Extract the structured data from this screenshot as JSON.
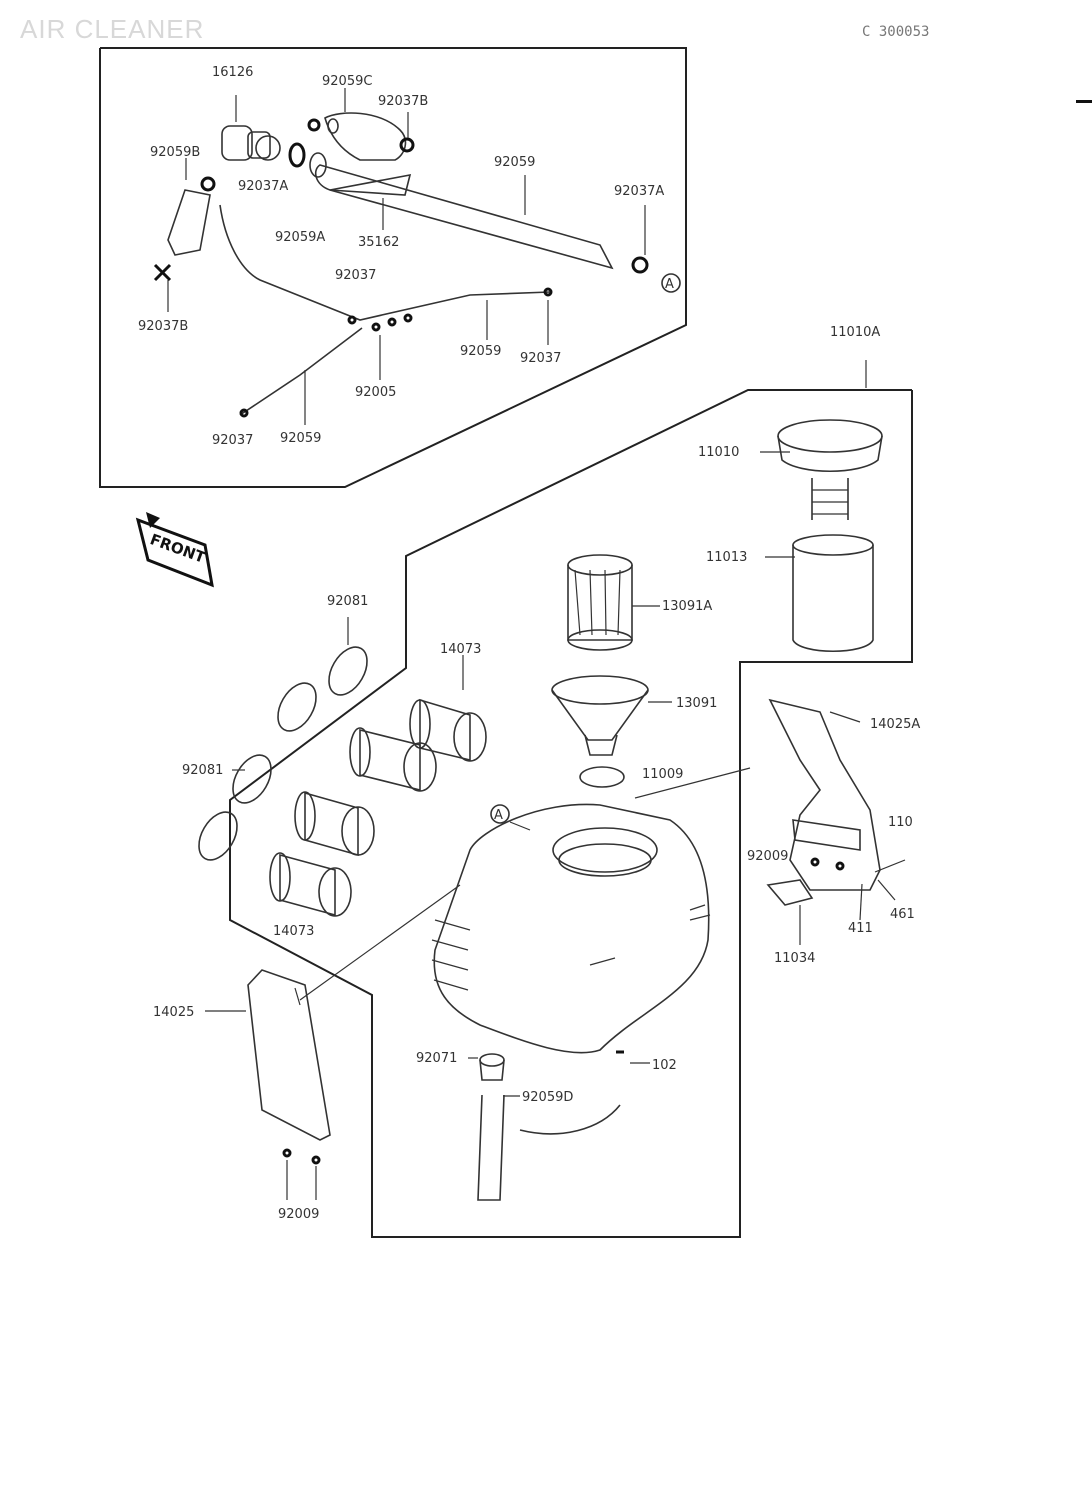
{
  "page": {
    "title": "AIR CLEANER",
    "code": "C 300053"
  },
  "front_marker": "FRONT",
  "callout_marker": "A",
  "labels": {
    "p16126": "16126",
    "p92059C": "92059C",
    "p92037B_top": "92037B",
    "p92059B": "92059B",
    "p92037A_top": "92037A",
    "p92059_upper": "92059",
    "p92037A_right": "92037A",
    "p92059A": "92059A",
    "p35162": "35162",
    "p92037_mid": "92037",
    "p92037B_left": "92037B",
    "p92059_mid": "92059",
    "p92037_rt": "92037",
    "p92005": "92005",
    "p92037_bot": "92037",
    "p92059_bot": "92059",
    "p11010A": "11010A",
    "p11010": "11010",
    "p11013": "11013",
    "p13091A": "13091A",
    "p92081_top": "92081",
    "p14073_top": "14073",
    "p13091": "13091",
    "p14025A": "14025A",
    "p92081_left": "92081",
    "p11009": "11009",
    "p110": "110",
    "p92009_right": "92009",
    "p461": "461",
    "p411": "411",
    "p11034": "11034",
    "p14073_bot": "14073",
    "p14025": "14025",
    "p92071": "92071",
    "p102": "102",
    "p92059D": "92059D",
    "p92009_bot": "92009"
  }
}
